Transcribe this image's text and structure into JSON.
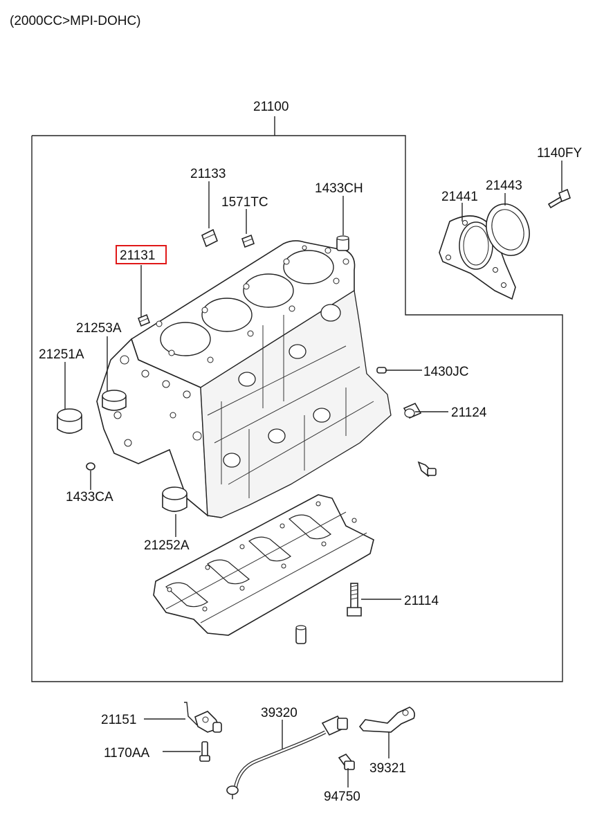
{
  "header": {
    "engine_spec": "(2000CC>MPI-DOHC)"
  },
  "highlight_color": "#e01818",
  "assembly_label": "21100",
  "parts": [
    {
      "id": "p21100",
      "number": "21100",
      "icon": "cylinder-block-assembly"
    },
    {
      "id": "p21133",
      "number": "21133",
      "icon": "plug"
    },
    {
      "id": "p1571TC",
      "number": "1571TC",
      "icon": "plug"
    },
    {
      "id": "p1433CH",
      "number": "1433CH",
      "icon": "dowel-pin"
    },
    {
      "id": "p21131",
      "number": "21131",
      "icon": "plug",
      "highlighted": true
    },
    {
      "id": "p21253A",
      "number": "21253A",
      "icon": "bushing"
    },
    {
      "id": "p21251A",
      "number": "21251A",
      "icon": "bushing"
    },
    {
      "id": "p1430JC",
      "number": "1430JC",
      "icon": "pin"
    },
    {
      "id": "p21124",
      "number": "21124",
      "icon": "bushing"
    },
    {
      "id": "p1433CA",
      "number": "1433CA",
      "icon": "dowel-pin"
    },
    {
      "id": "p21252A",
      "number": "21252A",
      "icon": "bushing"
    },
    {
      "id": "p21114",
      "number": "21114",
      "icon": "bolt"
    },
    {
      "id": "p1140FY",
      "number": "1140FY",
      "icon": "bolt"
    },
    {
      "id": "p21441",
      "number": "21441",
      "icon": "oil-seal-case"
    },
    {
      "id": "p21443",
      "number": "21443",
      "icon": "oil-seal"
    },
    {
      "id": "p21151",
      "number": "21151",
      "icon": "bracket"
    },
    {
      "id": "p1170AA",
      "number": "1170AA",
      "icon": "bolt"
    },
    {
      "id": "p39320",
      "number": "39320",
      "icon": "sensor"
    },
    {
      "id": "p39321",
      "number": "39321",
      "icon": "bracket"
    },
    {
      "id": "p94750",
      "number": "94750",
      "icon": "sensor"
    }
  ]
}
